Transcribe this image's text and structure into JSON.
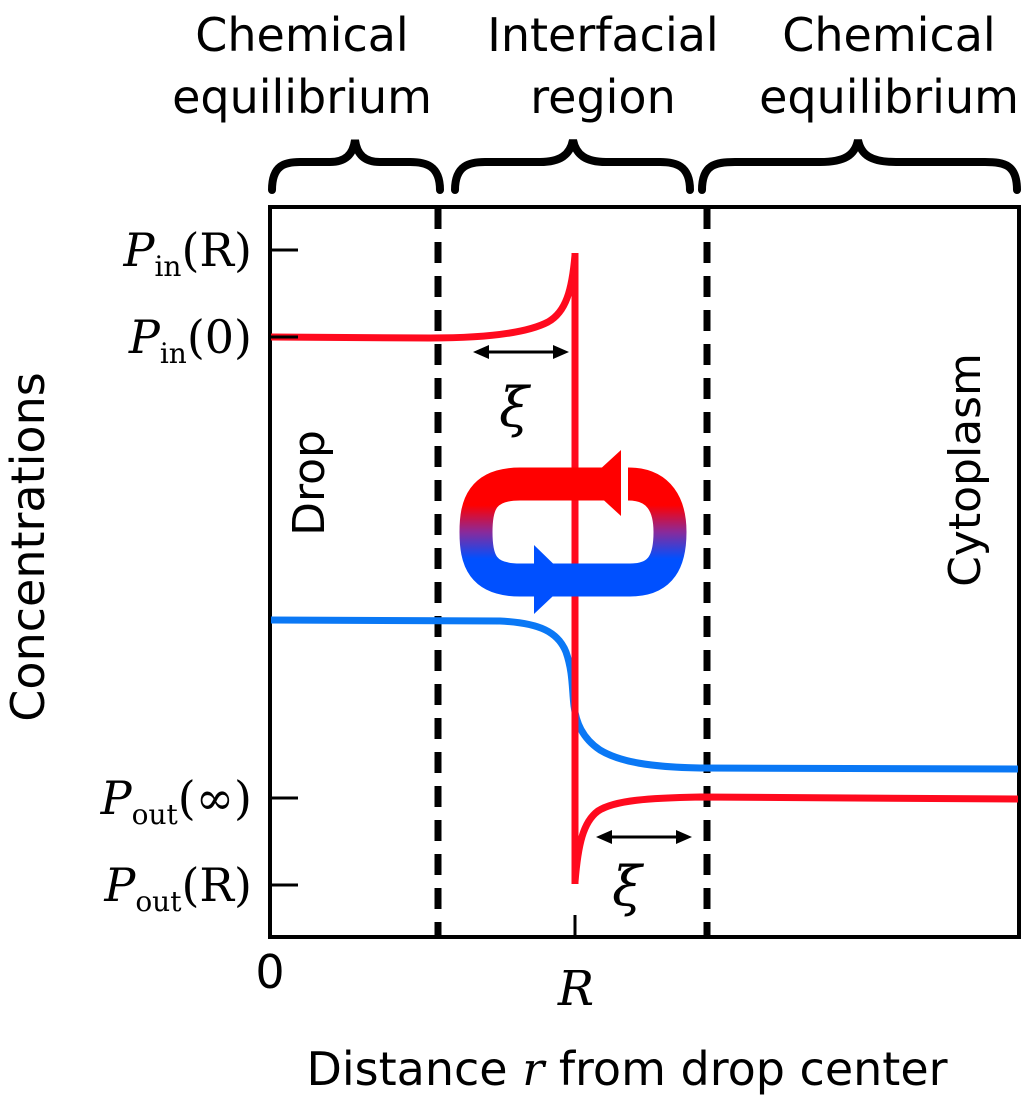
{
  "regions": {
    "left_label_line1": "Chemical",
    "left_label_line2": "equilibrium",
    "middle_label_line1": "Interfacial",
    "middle_label_line2": "region",
    "right_label_line1": "Chemical",
    "right_label_line2": "equilibrium"
  },
  "inner_labels": {
    "drop": "Drop",
    "cytoplasm": "Cytoplasm",
    "xi_upper": "ξ",
    "xi_lower": "ξ"
  },
  "axes": {
    "ylabel": "Concentrations",
    "xlabel_prefix": "Distance ",
    "xlabel_var": "r",
    "xlabel_suffix": " from drop center",
    "x_tick_zero": "0",
    "x_tick_R": "R"
  },
  "y_ticks": {
    "pin_R_main": "P",
    "pin_R_sub": "in",
    "pin_R_arg": "(R)",
    "pin_0_main": "P",
    "pin_0_sub": "in",
    "pin_0_arg": "(0)",
    "pout_inf_main": "P",
    "pout_inf_sub": "out",
    "pout_inf_arg": "(∞)",
    "pout_R_main": "P",
    "pout_R_sub": "out",
    "pout_R_arg": "(R)"
  },
  "colors": {
    "red": "#ff0a1e",
    "blue": "#0a78f5",
    "cycle_blue": "#0050ff",
    "black": "#000000"
  }
}
